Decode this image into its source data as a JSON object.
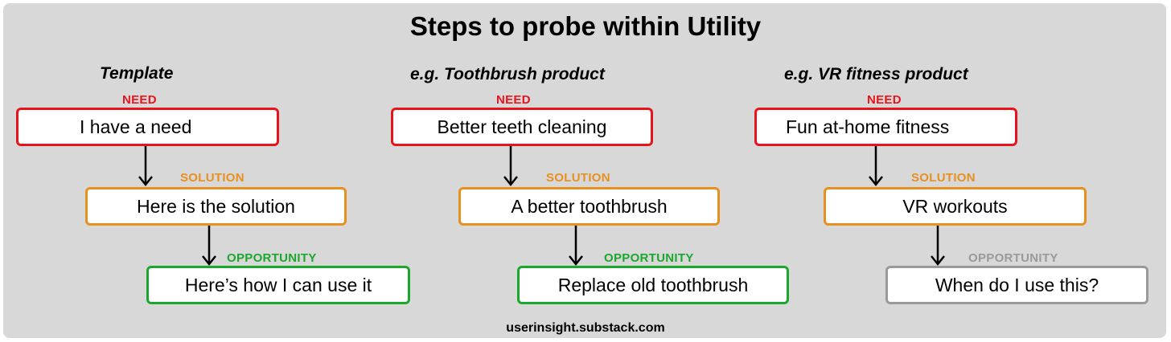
{
  "title": "Steps to probe within Utility",
  "footer": "userinsight.substack.com",
  "colors": {
    "background": "#d8d8d8",
    "need": "#e8141c",
    "solution": "#e8901f",
    "opportunity": "#1aa82c",
    "opportunity_unknown": "#9a9a9a"
  },
  "columns": [
    {
      "heading": "Template",
      "need_tag": "NEED",
      "need": "I have a need",
      "solution_tag": "SOLUTION",
      "solution": "Here is the solution",
      "opportunity_tag": "OPPORTUNITY",
      "opportunity": "Here’s how I can use it"
    },
    {
      "heading": "e.g. Toothbrush product",
      "need_tag": "NEED",
      "need": "Better teeth cleaning",
      "solution_tag": "SOLUTION",
      "solution": "A better toothbrush",
      "opportunity_tag": "OPPORTUNITY",
      "opportunity": "Replace old toothbrush"
    },
    {
      "heading": "e.g. VR fitness product",
      "need_tag": "NEED",
      "need": "Fun at-home fitness",
      "solution_tag": "SOLUTION",
      "solution": "VR workouts",
      "opportunity_tag": "OPPORTUNITY",
      "opportunity": "When do I use this?"
    }
  ]
}
